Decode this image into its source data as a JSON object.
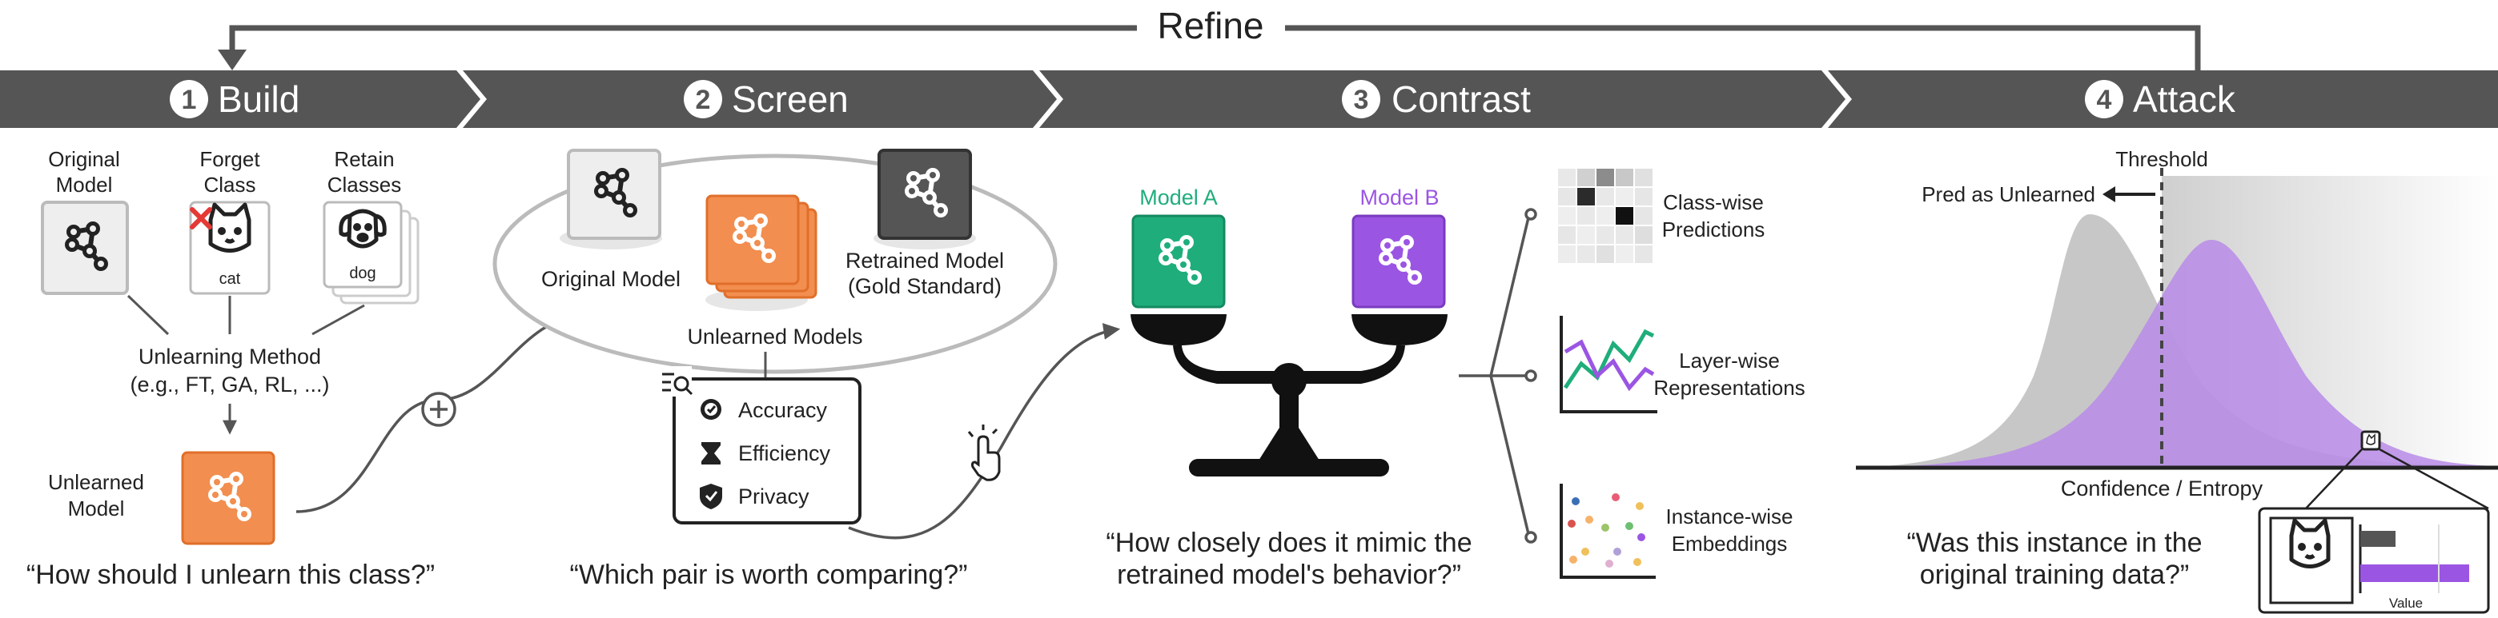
{
  "refine_label": "Refine",
  "stages": [
    {
      "num": "1",
      "title": "Build"
    },
    {
      "num": "2",
      "title": "Screen"
    },
    {
      "num": "3",
      "title": "Contrast"
    },
    {
      "num": "4",
      "title": "Attack"
    }
  ],
  "build": {
    "original_model": [
      "Original",
      "Model"
    ],
    "forget_class": [
      "Forget",
      "Class"
    ],
    "retain_classes": [
      "Retain",
      "Classes"
    ],
    "cat_label": "cat",
    "dog_label": "dog",
    "method": [
      "Unlearning Method",
      "(e.g., FT, GA, RL, ...)"
    ],
    "unlearned_model": [
      "Unlearned",
      "Model"
    ],
    "question": "“How should I unlearn this class?”"
  },
  "screen": {
    "original_model": "Original Model",
    "unlearned_models": "Unlearned Models",
    "retrained_model": [
      "Retrained Model",
      "(Gold Standard)"
    ],
    "metrics": [
      "Accuracy",
      "Efficiency",
      "Privacy"
    ],
    "question": "“Which pair is worth comparing?”"
  },
  "contrast": {
    "model_a": "Model A",
    "model_b": "Model B",
    "views": [
      [
        "Class-wise",
        "Predictions"
      ],
      [
        "Layer-wise",
        "Representations"
      ],
      [
        "Instance-wise",
        "Embeddings"
      ]
    ],
    "question": [
      "“How closely does it mimic the",
      "retrained model's behavior?”"
    ]
  },
  "attack": {
    "threshold": "Threshold",
    "pred_label": "Pred as Unlearned",
    "xlabel": "Confidence / Entropy",
    "value_label": "Value",
    "question": [
      "“Was this instance in the",
      "original training data?”"
    ]
  },
  "colors": {
    "band": "#555555",
    "orange": "#f28e4f",
    "green": "#1fae7b",
    "purple": "#9b55e3",
    "dark_model": "#555555",
    "light_model": "#eeeeee"
  },
  "icons": [
    "model-graph-icon",
    "cat-icon",
    "dog-icon",
    "x-mark-icon",
    "plus-circle-icon",
    "magnifier-list-icon",
    "target-check-icon",
    "hourglass-icon",
    "shield-check-icon",
    "tap-hand-icon",
    "balance-scale-icon"
  ]
}
